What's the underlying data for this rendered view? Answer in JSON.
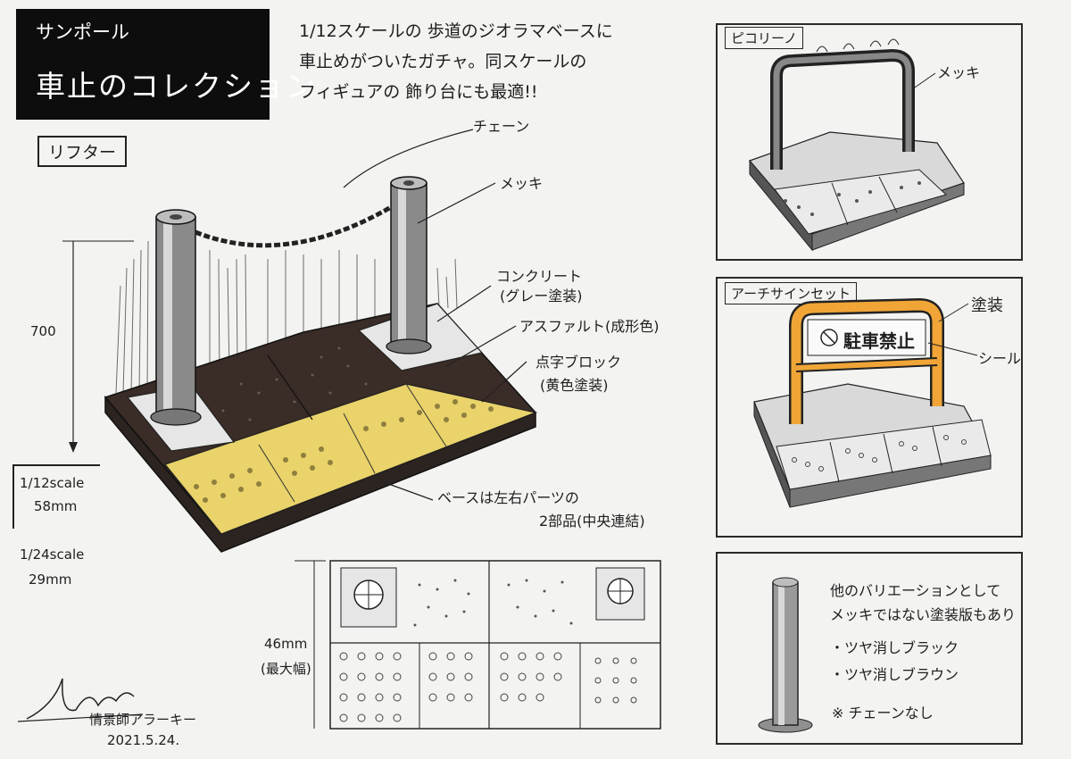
{
  "title_box": {
    "brand": "サンポール",
    "title": "車止のコレクション"
  },
  "description": {
    "line1": "1/12スケールの 歩道のジオラマベースに",
    "line2": "車止めがついたガチャ。同スケールの",
    "line3": "フィギュアの 飾り台にも最適!!"
  },
  "lifter": {
    "label": "リフター",
    "dimension_height": "700",
    "scale_12_label": "1/12scale",
    "scale_12_value": "58mm",
    "scale_24_label": "1/24scale",
    "scale_24_value": "29mm",
    "callout_chain": "チェーン",
    "callout_plating": "メッキ",
    "callout_concrete_1": "コンクリート",
    "callout_concrete_2": "(グレー塗装)",
    "callout_asphalt": "アスファルト(成形色)",
    "callout_braille_1": "点字ブロック",
    "callout_braille_2": "(黄色塗装)",
    "callout_base_1": "ベースは左右パーツの",
    "callout_base_2": "2部品(中央連結)"
  },
  "top_view": {
    "dimension_1": "46mm",
    "dimension_2": "(最大幅)"
  },
  "piccoli": {
    "label": "ピコリーノ",
    "callout_plating": "メッキ"
  },
  "arch_sign": {
    "label": "アーチサインセット",
    "callout_paint": "塗装",
    "callout_seal": "シール",
    "sign_text": "駐車禁止"
  },
  "variations": {
    "line1": "他のバリエーションとして",
    "line2": "メッキではない塗装版もあり",
    "bullet1": "・ツヤ消しブラック",
    "bullet2": "・ツヤ消しブラウン",
    "bullet3": "※ チェーンなし"
  },
  "signature": {
    "name": "情景師アラーキー",
    "date": "2021.5.24."
  },
  "colors": {
    "paper": "#f3f3f1",
    "title_bg": "#0d0d0d",
    "asphalt": "#3a2c26",
    "braille_yellow": "#e9d36a",
    "concrete": "#e6e6e6",
    "arch_orange": "#f0a536"
  }
}
